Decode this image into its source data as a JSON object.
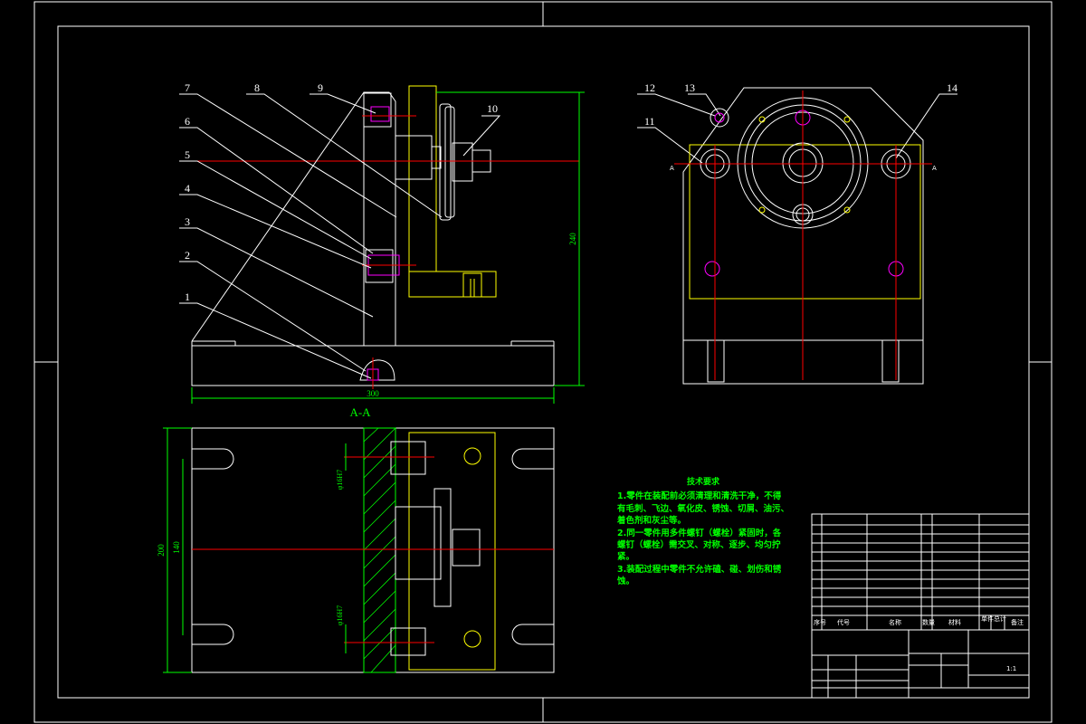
{
  "drawing": {
    "section_label": "A-A",
    "section_marker": "A",
    "balloons": [
      "1",
      "2",
      "3",
      "4",
      "5",
      "6",
      "7",
      "8",
      "9",
      "10",
      "11",
      "12",
      "13",
      "14"
    ],
    "dimensions": {
      "front_width": "300",
      "front_height": "240",
      "top_height": "200",
      "top_inner": "140",
      "hole_upper": "φ16H7",
      "hole_lower": "φ16H7"
    }
  },
  "technical_notes": {
    "title": "技术要求",
    "items": [
      "1.零件在装配前必须清理和清洗干净，不得有毛刺、飞边、氧化皮、锈蚀、切屑、油污、着色剂和灰尘等。",
      "2.同一零件用多件螺钉（螺栓）紧固时，各螺钉（螺栓）需交叉、对称、逐步、均匀拧紧。",
      "3.装配过程中零件不允许磕、碰、划伤和锈蚀。"
    ]
  },
  "title_block": {
    "header": [
      "序号",
      "代号",
      "名称",
      "数量",
      "材料",
      "单件",
      "总计",
      "备注"
    ],
    "scale": "1:1"
  },
  "colors": {
    "background": "#000000",
    "outline": "#ffffff",
    "centerline": "#ff0000",
    "dimension": "#00ff00",
    "part": "#ffff00",
    "hidden": "#ff00ff",
    "leader": "#ffffff"
  }
}
